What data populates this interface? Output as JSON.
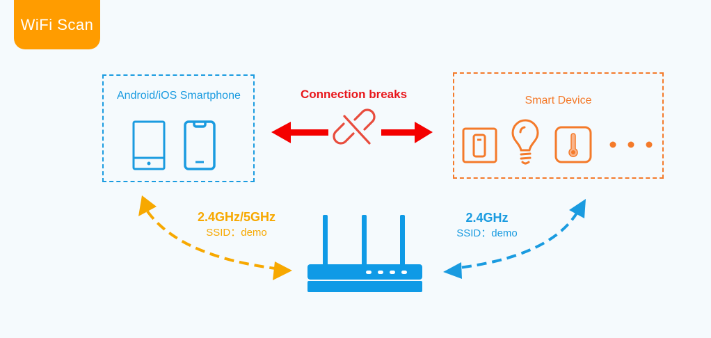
{
  "badge": {
    "label": "WiFi Scan"
  },
  "phone_box": {
    "title": "Android/iOS Smartphone",
    "icons": [
      "android-phone-icon",
      "iphone-icon"
    ]
  },
  "device_box": {
    "title": "Smart Device",
    "icons": [
      "switch-icon",
      "light-bulb-icon",
      "thermometer-icon",
      "more-dots-icon"
    ]
  },
  "connection": {
    "label": "Connection breaks",
    "icon": "broken-link-icon"
  },
  "router": {
    "icon": "router-icon"
  },
  "links": {
    "phone_router": {
      "band": "2.4GHz/5GHz",
      "ssid": "SSID：demo"
    },
    "device_router": {
      "band": "2.4GHz",
      "ssid": "SSID：demo"
    }
  },
  "colors": {
    "badge": "#ff9c00",
    "phone": "#1a9be0",
    "device": "#f47a2a",
    "break": "#e8161b",
    "band_left": "#f7a800",
    "band_right": "#1a9be0",
    "background": "#f5fafd"
  }
}
